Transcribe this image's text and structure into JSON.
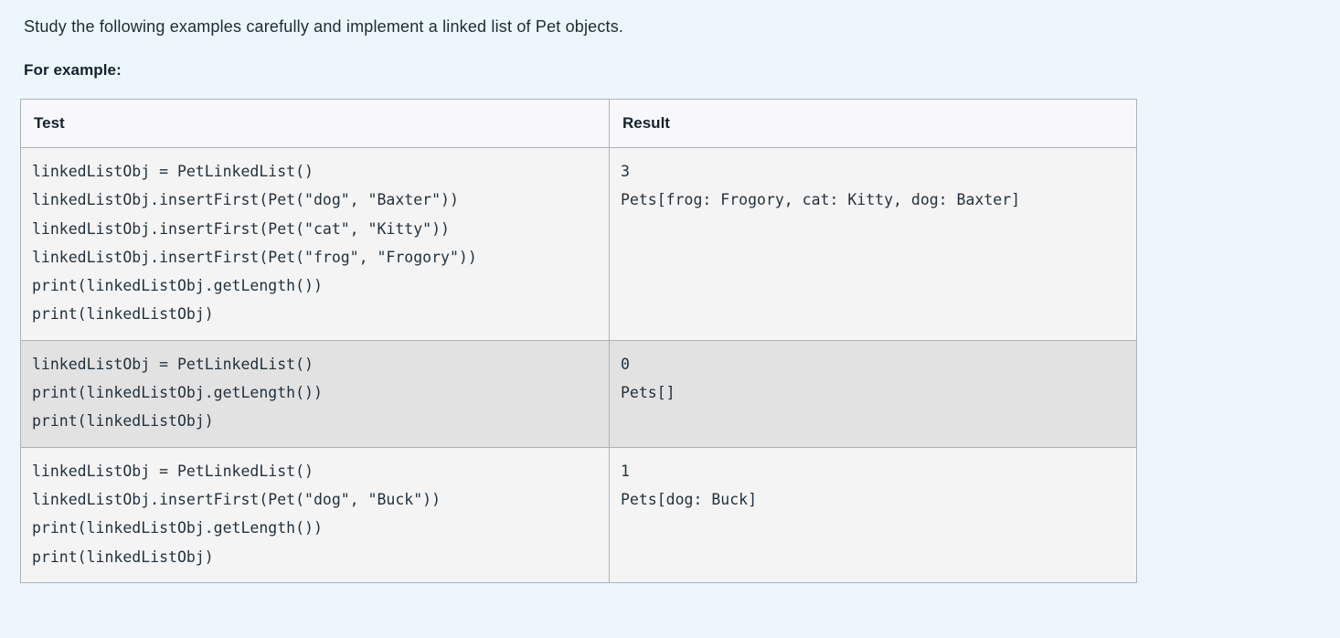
{
  "intro": {
    "text": "Study the following examples carefully and implement a linked list of Pet objects."
  },
  "for_example_label": "For example:",
  "table": {
    "headers": {
      "test": "Test",
      "result": "Result"
    },
    "rows": [
      {
        "shade": "light",
        "test": "linkedListObj = PetLinkedList()\nlinkedListObj.insertFirst(Pet(\"dog\", \"Baxter\"))\nlinkedListObj.insertFirst(Pet(\"cat\", \"Kitty\"))\nlinkedListObj.insertFirst(Pet(\"frog\", \"Frogory\"))\nprint(linkedListObj.getLength())\nprint(linkedListObj)",
        "result": "3\nPets[frog: Frogory, cat: Kitty, dog: Baxter]"
      },
      {
        "shade": "dark",
        "test": "linkedListObj = PetLinkedList()\nprint(linkedListObj.getLength())\nprint(linkedListObj)",
        "result": "0\nPets[]"
      },
      {
        "shade": "light",
        "test": "linkedListObj = PetLinkedList()\nlinkedListObj.insertFirst(Pet(\"dog\", \"Buck\"))\nprint(linkedListObj.getLength())\nprint(linkedListObj)",
        "result": "1\nPets[dog: Buck]"
      }
    ]
  },
  "colors": {
    "page_background": "#edf6fa",
    "header_background": "#f8f8fc",
    "row_light_background": "#f4f4f4",
    "row_dark_background": "#e2e2e2",
    "border": "#aeb2b7",
    "text": "#1b2733",
    "code_text": "#24313c"
  }
}
